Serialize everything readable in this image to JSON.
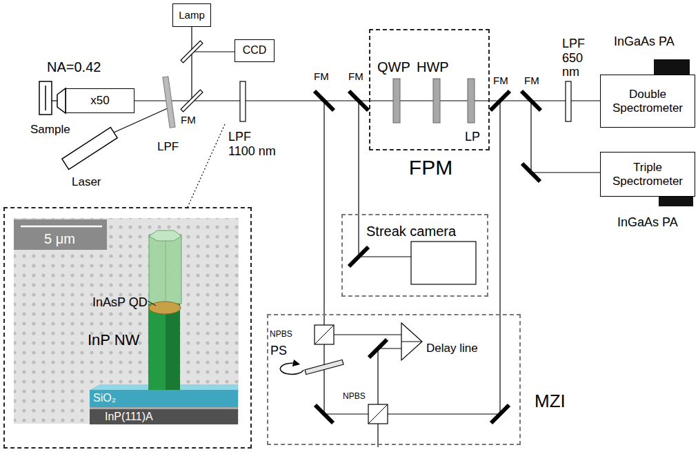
{
  "diagram": {
    "nodes": [
      {
        "text": [
          "Lamp"
        ]
      },
      {
        "text": [
          "CCD"
        ]
      },
      {
        "text": [
          "x50"
        ]
      },
      {
        "text": [
          "FPM"
        ]
      },
      {
        "text": [
          "Double Spectrometer"
        ]
      },
      {
        "text": [
          "Triple Spectrometer"
        ]
      },
      {
        "text": [
          "Streak camera"
        ]
      },
      {
        "text": [
          "5 μm",
          "InAsP QD",
          "InP NW",
          "SiO₂",
          "InP(111)A"
        ]
      },
      {
        "text": [
          "MZI"
        ]
      }
    ],
    "labels": [
      "NA=0.42",
      "Sample",
      "Laser",
      "LPF",
      "FM",
      "LPF 1100 nm",
      "FM",
      "FM",
      "QWP",
      "HWP",
      "LP",
      "FM",
      "FM",
      "LPF 650 nm",
      "InGaAs PA",
      "InGaAs PA",
      "NPBS",
      "Delay line",
      "PS",
      "NPBS"
    ]
  }
}
